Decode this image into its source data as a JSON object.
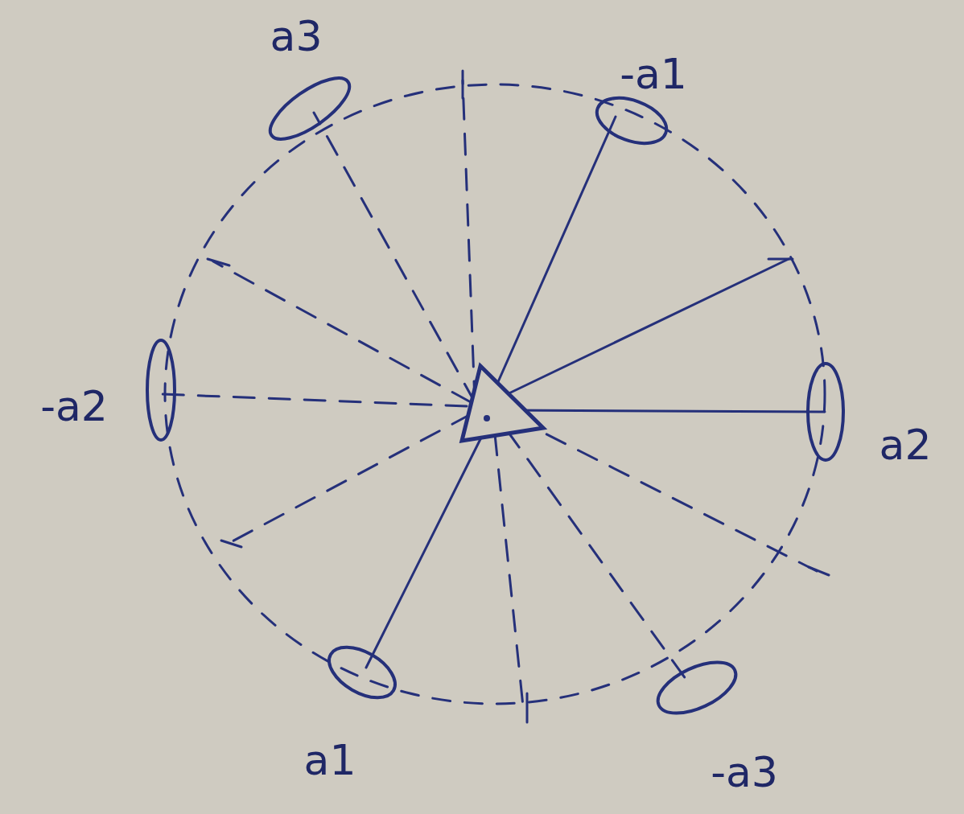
{
  "diagram": {
    "labels": [
      "a3",
      "-a1",
      "a2",
      "-a3",
      "a1",
      "-a2"
    ]
  }
}
